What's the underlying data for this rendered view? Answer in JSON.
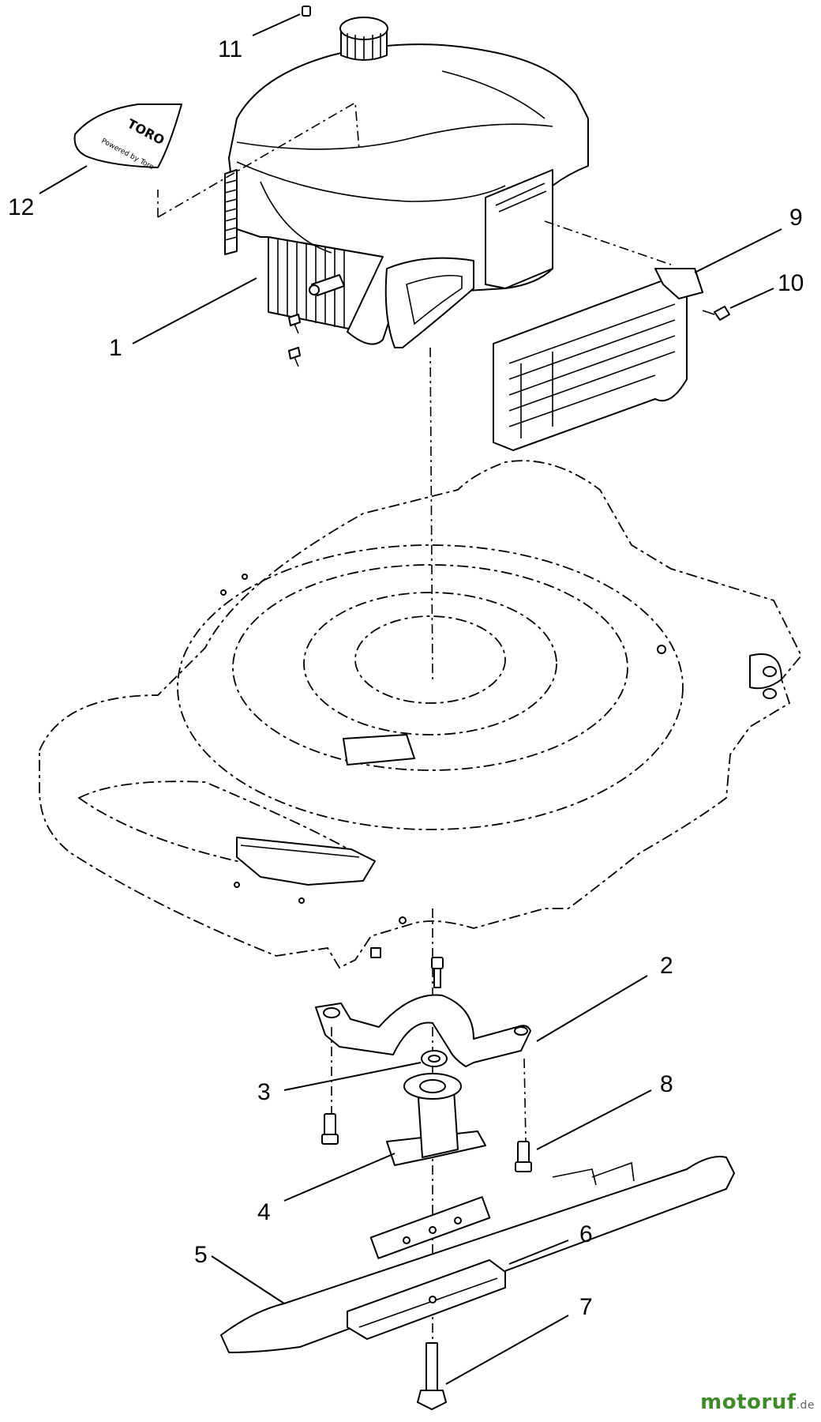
{
  "callouts": {
    "c1": "1",
    "c2": "2",
    "c3": "3",
    "c4": "4",
    "c5": "5",
    "c6": "6",
    "c7": "7",
    "c8": "8",
    "c9": "9",
    "c10": "10",
    "c11": "11",
    "c12": "12"
  },
  "decal": {
    "brand": "TORO",
    "tagline": "Powered by Toro"
  },
  "watermark": {
    "name": "motoruf",
    "tld": ".de",
    "color": "#3f8b2a"
  }
}
